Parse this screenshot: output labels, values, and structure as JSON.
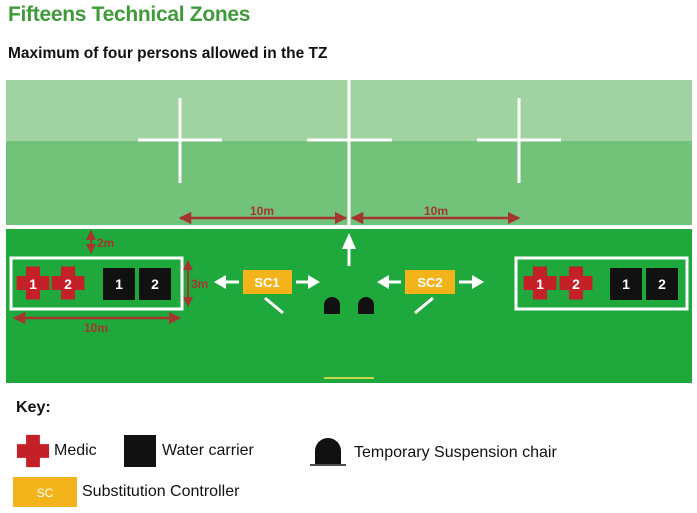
{
  "title": "Fifteens Technical Zones",
  "subtitle": "Maximum of four persons allowed in the TZ",
  "diagram": {
    "dist_left": "10m",
    "dist_right": "10m",
    "dist_2m": "2m",
    "dist_3m": "3m",
    "dist_box": "10m",
    "sc1": "SC1",
    "sc2": "SC2",
    "medic_1": "1",
    "medic_2": "2",
    "water_1": "1",
    "water_2": "2",
    "colors": {
      "pitch_light": "#9ed29f",
      "pitch_mid": "#6fc177",
      "pitch_dark": "#1ca83a",
      "medic": "#c42027",
      "water": "#111111",
      "sc": "#f2b41a",
      "dimension": "#a4352f"
    }
  },
  "key": {
    "heading": "Key:",
    "medic": "Medic",
    "water": "Water carrier",
    "chair": "Temporary Suspension chair",
    "sc_swatch": "SC",
    "sc": "Substitution Controller"
  }
}
